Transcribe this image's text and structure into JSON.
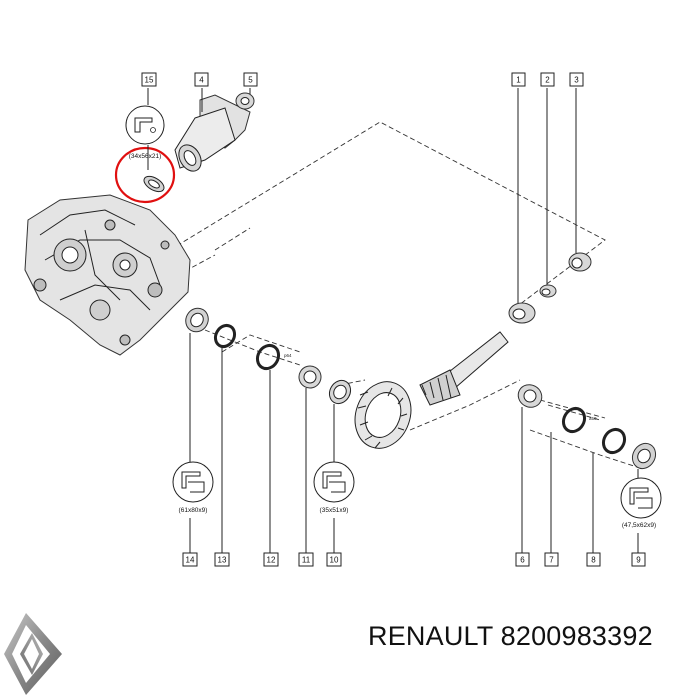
{
  "callouts": {
    "c1": "1",
    "c2": "2",
    "c3": "3",
    "c4": "4",
    "c5": "5",
    "c6": "6",
    "c7": "7",
    "c8": "8",
    "c9": "9",
    "c10": "10",
    "c11": "11",
    "c12": "12",
    "c13": "13",
    "c14": "14",
    "c15": "15"
  },
  "seal_dimensions": {
    "seal_15": "(34x56x21)",
    "seal_14": "(61x80x9)",
    "seal_10": "(35x51x9)",
    "seal_9": "(47,5x62x9)"
  },
  "shim_labels": {
    "shim_12": "p64",
    "shim_7": "a50"
  },
  "highlight_color": "#e01010",
  "footer": {
    "brand": "RENAULT",
    "part_number": "8200983392"
  }
}
